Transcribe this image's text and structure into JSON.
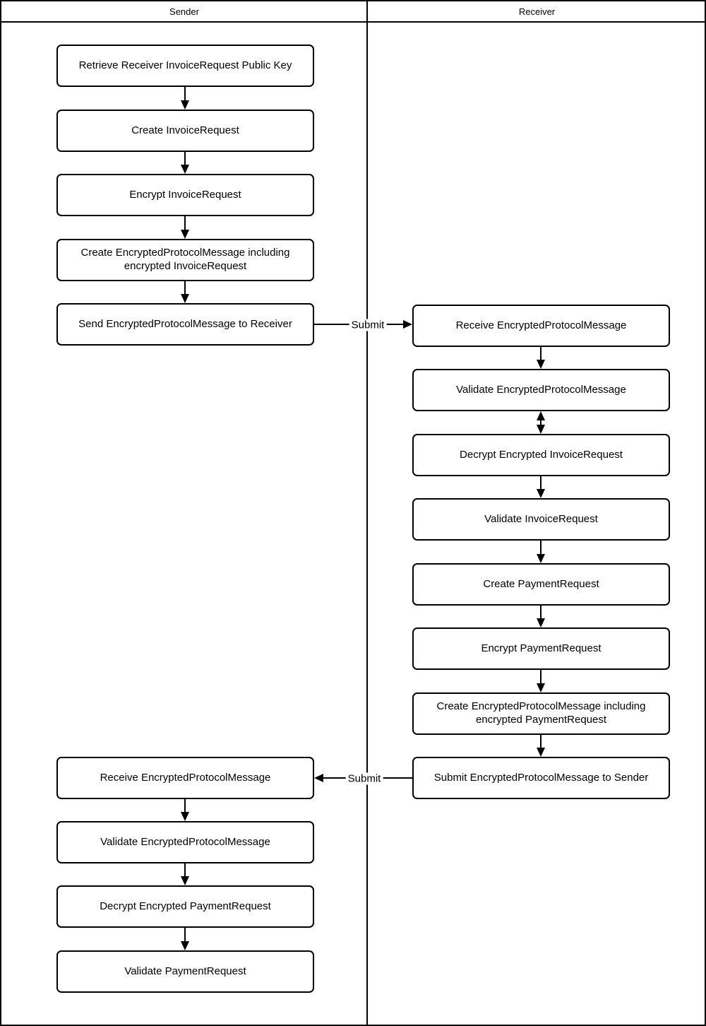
{
  "lanes": [
    {
      "title": "Sender"
    },
    {
      "title": "Receiver"
    }
  ],
  "sender": {
    "nodes": [
      "Retrieve Receiver InvoiceRequest Public Key",
      "Create InvoiceRequest",
      "Encrypt InvoiceRequest",
      "Create EncryptedProtocolMessage including encrypted InvoiceRequest",
      "Send EncryptedProtocolMessage to Receiver",
      "Receive EncryptedProtocolMessage",
      "Validate EncryptedProtocolMessage",
      "Decrypt Encrypted PaymentRequest",
      "Validate PaymentRequest"
    ]
  },
  "receiver": {
    "nodes": [
      "Receive EncryptedProtocolMessage",
      "Validate EncryptedProtocolMessage",
      "Decrypt Encrypted InvoiceRequest",
      "Validate InvoiceRequest",
      "Create PaymentRequest",
      "Encrypt PaymentRequest",
      "Create EncryptedProtocolMessage including encrypted PaymentRequest",
      "Submit EncryptedProtocolMessage to Sender"
    ]
  },
  "messages": {
    "submit_to_receiver": "Submit",
    "submit_to_sender": "Submit"
  },
  "colors": {
    "stroke": "#000000",
    "background": "#ffffff"
  }
}
